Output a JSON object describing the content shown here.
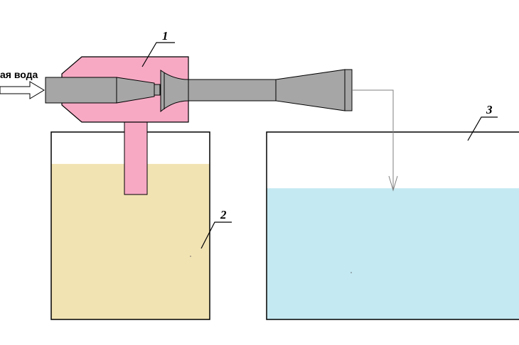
{
  "labels": {
    "input": "ая вода",
    "part1": "1",
    "part2": "2",
    "part3": "3"
  },
  "colors": {
    "body_pink": "#f7a9c4",
    "metal_gray": "#a6a6a6",
    "tank_liquid_left": "#f2e3b3",
    "tank_liquid_right": "#c4e9f2",
    "stroke": "#000000",
    "arrow_gray": "#7f7f7f"
  },
  "tank_fill_levels": {
    "left": 0.83,
    "right": 0.7
  }
}
